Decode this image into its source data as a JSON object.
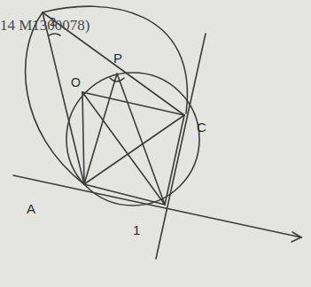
{
  "diagram": {
    "labels": [
      "14 M1300078)",
      "2",
      "P",
      "O",
      "C",
      "A",
      "1"
    ]
  }
}
